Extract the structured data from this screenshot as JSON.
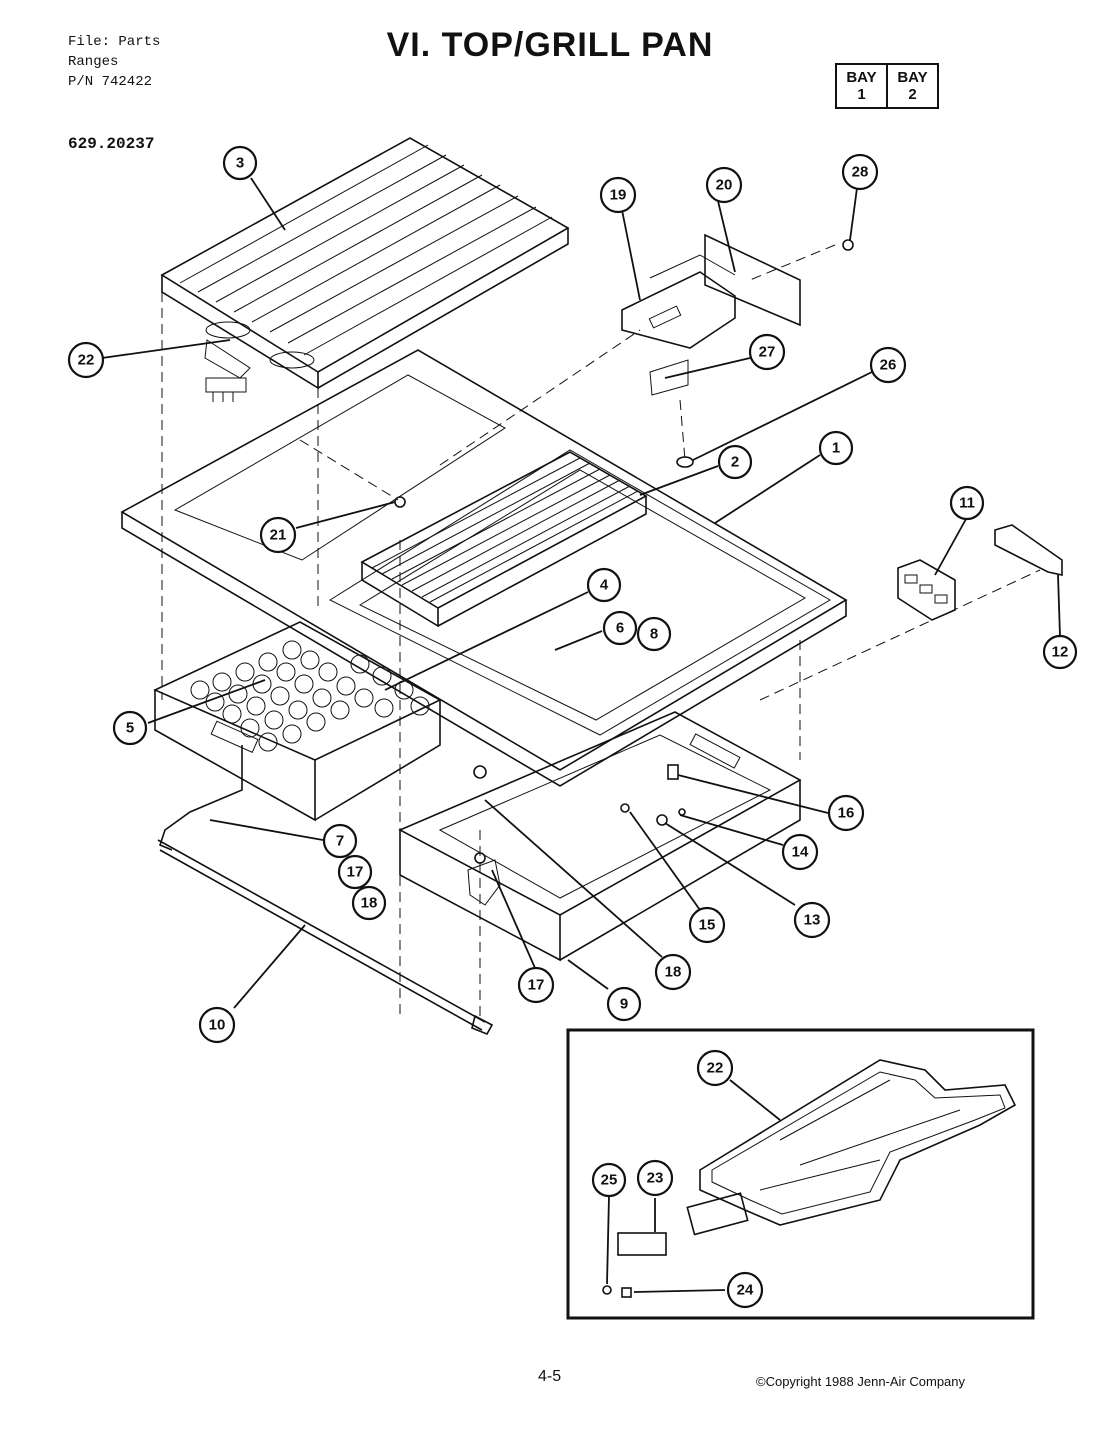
{
  "header": {
    "file_line1": "File: Parts",
    "file_line2": "Ranges",
    "file_line3": "P/N 742422",
    "title": "VI. TOP/GRILL PAN",
    "model": "629.20237",
    "bay1_top": "BAY",
    "bay1_bottom": "1",
    "bay2_top": "BAY",
    "bay2_bottom": "2"
  },
  "callouts": {
    "c1": "1",
    "c2": "2",
    "c3": "3",
    "c4": "4",
    "c5": "5",
    "c6": "6",
    "c7": "7",
    "c8": "8",
    "c9": "9",
    "c10": "10",
    "c11": "11",
    "c12": "12",
    "c13": "13",
    "c14": "14",
    "c15": "15",
    "c16": "16",
    "c17a": "17",
    "c17b": "17",
    "c18a": "18",
    "c18b": "18",
    "c19": "19",
    "c20": "20",
    "c21": "21",
    "c22a": "22",
    "c22b": "22",
    "c23": "23",
    "c24": "24",
    "c25": "25",
    "c26": "26",
    "c27": "27",
    "c28": "28"
  },
  "footer": {
    "page_number": "4-5",
    "copyright": "©Copyright 1988 Jenn-Air Company"
  }
}
